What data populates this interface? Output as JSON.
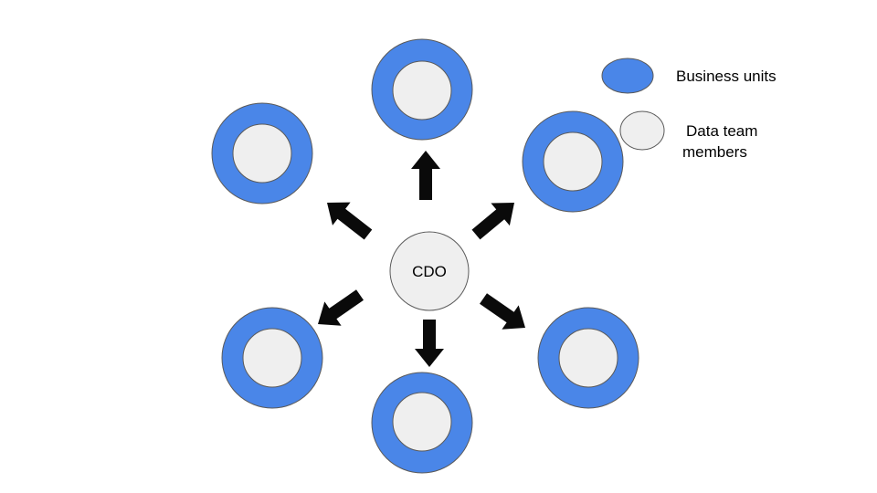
{
  "center": {
    "label": "CDO"
  },
  "legend": {
    "business_units_label": "Business units",
    "data_team_label_line1": "Data team",
    "data_team_label_line2": "members"
  },
  "colors": {
    "business_unit": "#4a86e8",
    "data_team": "#efefef",
    "arrow": "#0a0a0a",
    "outline": "#5a5a5a"
  },
  "business_units": [
    {
      "name": "business-unit-top"
    },
    {
      "name": "business-unit-top-left"
    },
    {
      "name": "business-unit-top-right"
    },
    {
      "name": "business-unit-bottom-left"
    },
    {
      "name": "business-unit-bottom"
    },
    {
      "name": "business-unit-bottom-right"
    }
  ]
}
